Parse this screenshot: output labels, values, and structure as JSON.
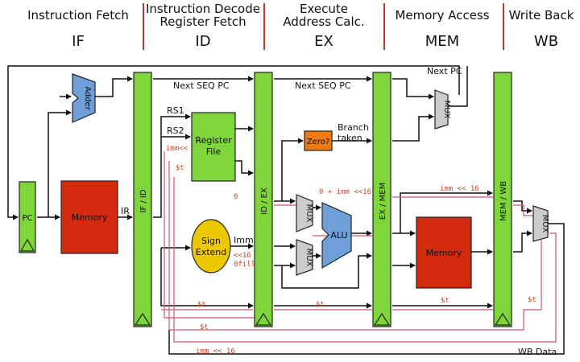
{
  "stages": [
    {
      "title": "Instruction Fetch",
      "title2": "",
      "abbr": "IF"
    },
    {
      "title": "Instruction Decode",
      "title2": "Register Fetch",
      "abbr": "ID"
    },
    {
      "title": "Execute",
      "title2": "Address Calc.",
      "abbr": "EX"
    },
    {
      "title": "Memory Access",
      "title2": "",
      "abbr": "MEM"
    },
    {
      "title": "Write Back",
      "title2": "",
      "abbr": "WB"
    }
  ],
  "blocks": {
    "pc": "PC",
    "adder": "Adder",
    "imem": "Memory",
    "regfile_1": "Register",
    "regfile_2": "File",
    "sign_1": "Sign",
    "sign_2": "Extend",
    "zero": "Zero?",
    "alu": "ALU",
    "dmem": "Memory",
    "mux": "MUX"
  },
  "registers": {
    "ifid": "IF / ID",
    "idex": "ID / EX",
    "exmem": "EX / MEM",
    "memwb": "MEM / WB"
  },
  "labels": {
    "next_pc": "Next PC",
    "next_seq_pc_1": "Next SEQ PC",
    "next_seq_pc_2": "Next SEQ PC",
    "rs1": "RS1",
    "rs2": "RS2",
    "ir": "IR",
    "imm": "Imm",
    "branch": "Branch",
    "taken": "taken",
    "wb_data": "WB Data"
  },
  "annotations": {
    "imm_shift": "imm<<",
    "st_a": "$t",
    "zero": "0",
    "shl16": "<<16",
    "zfill": "0fill",
    "alu_in": "0 + imm <<16",
    "exmem_imm": "imm << 16",
    "st_b": "$t",
    "st_c": "$t",
    "st_d": "$t",
    "st_e": "$t",
    "st_f": "$t",
    "bottom_imm": "imm << 16"
  },
  "colors": {
    "pipeline_register": "#7ed63a",
    "memory": "#d42a10",
    "adder_alu": "#6f9fd8",
    "mux": "#cccccc",
    "zero_check": "#f07a10",
    "sign_extend": "#ecc800",
    "highlight_path": "#cc5577",
    "annotation_text": "#cc4422",
    "stage_separator": "#c0392b"
  }
}
